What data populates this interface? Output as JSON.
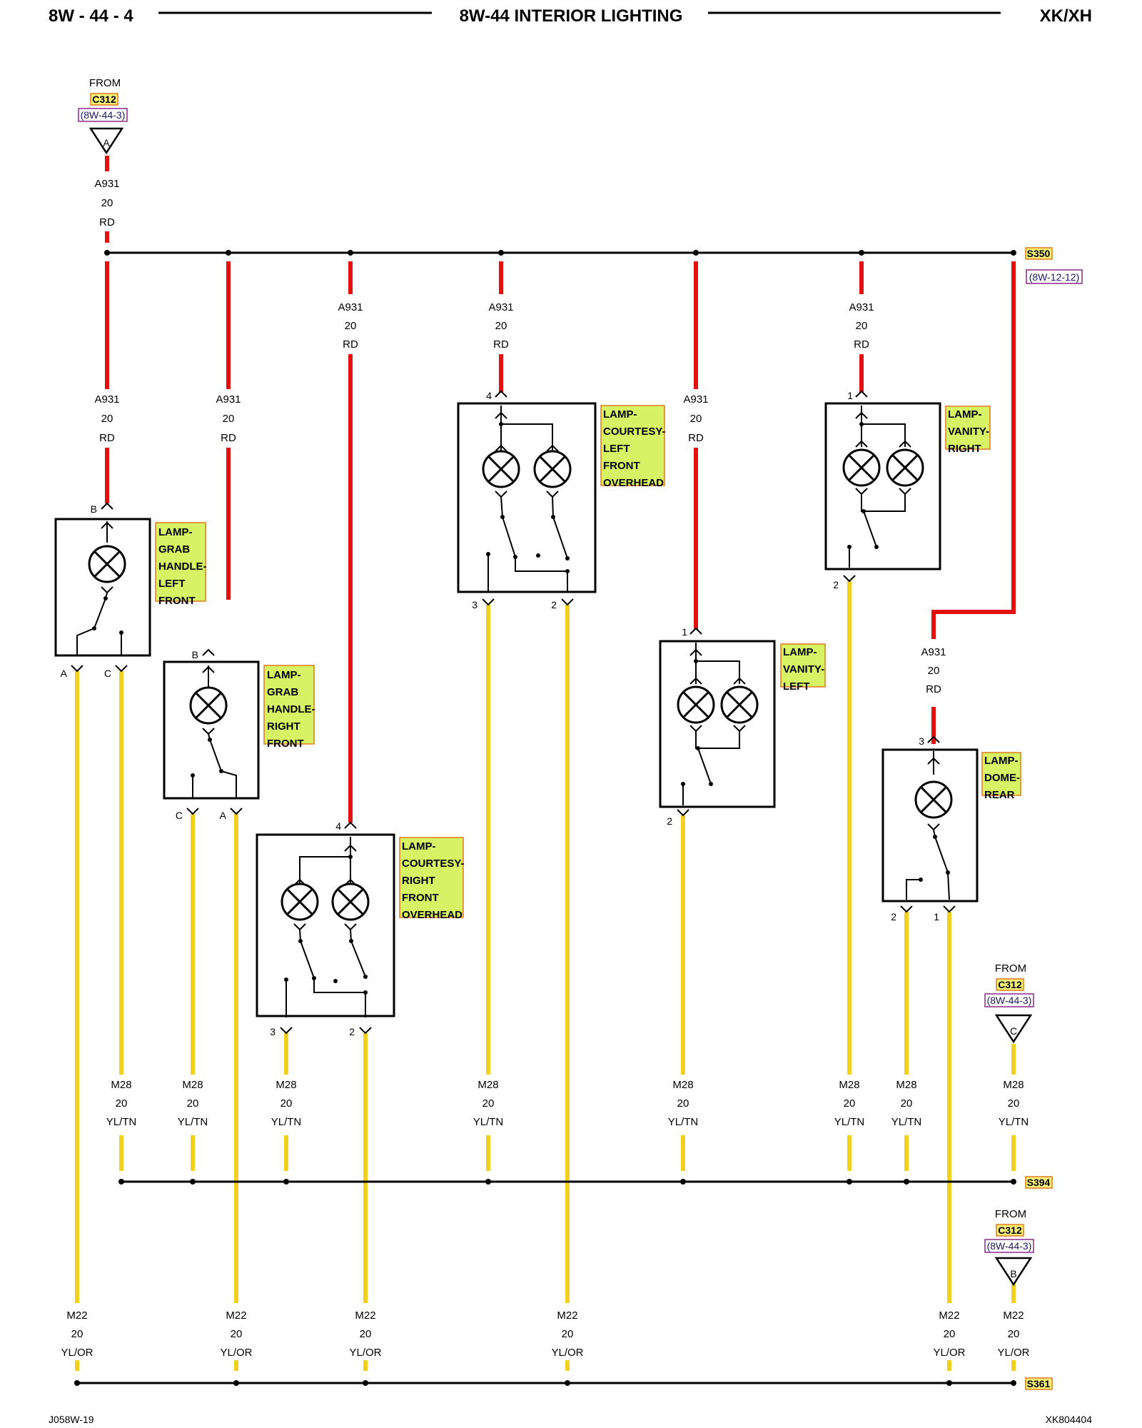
{
  "header": {
    "left": "8W - 44 - 4",
    "title": "8W-44 INTERIOR LIGHTING",
    "right": "XK/XH"
  },
  "footer": {
    "left": "J058W-19",
    "right": "XK804404"
  },
  "colors": {
    "red_wire": "#e31010",
    "yellow_wire": "#f0d21e",
    "label_fill": "#d8f266",
    "label_border": "#e07a1a",
    "connector_fill": "#f5f07a",
    "ref_border": "#8a2c8a"
  },
  "feeds": [
    {
      "from": "FROM",
      "connector": "C312",
      "ref": "(8W-44-3)",
      "letter": "A"
    },
    {
      "from": "FROM",
      "connector": "C312",
      "ref": "(8W-44-3)",
      "letter": "C"
    },
    {
      "from": "FROM",
      "connector": "C312",
      "ref": "(8W-44-3)",
      "letter": "B"
    }
  ],
  "splices": [
    {
      "name": "S350",
      "ref": "(8W-12-12)"
    },
    {
      "name": "S394"
    },
    {
      "name": "S361"
    }
  ],
  "wire_a931": {
    "circuit": "A931",
    "gauge": "20",
    "color": "RD"
  },
  "wire_m28": {
    "circuit": "M28",
    "gauge": "20",
    "color": "YL/TN"
  },
  "wire_m22": {
    "circuit": "M22",
    "gauge": "20",
    "color": "YL/OR"
  },
  "components": [
    {
      "id": "grab-left",
      "lines": [
        "LAMP-",
        "GRAB",
        "HANDLE-",
        "LEFT",
        "FRONT"
      ],
      "pins": [
        "B",
        "A",
        "C"
      ]
    },
    {
      "id": "grab-right",
      "lines": [
        "LAMP-",
        "GRAB",
        "HANDLE-",
        "RIGHT",
        "FRONT"
      ],
      "pins": [
        "B",
        "C",
        "A"
      ]
    },
    {
      "id": "courtesy-right",
      "lines": [
        "LAMP-",
        "COURTESY-",
        "RIGHT",
        "FRONT",
        "OVERHEAD"
      ],
      "pins": [
        "4",
        "3",
        "2"
      ]
    },
    {
      "id": "courtesy-left",
      "lines": [
        "LAMP-",
        "COURTESY-",
        "LEFT",
        "FRONT",
        "OVERHEAD"
      ],
      "pins": [
        "4",
        "3",
        "2"
      ]
    },
    {
      "id": "vanity-left",
      "lines": [
        "LAMP-",
        "VANITY-",
        "LEFT"
      ],
      "pins": [
        "1",
        "2"
      ]
    },
    {
      "id": "vanity-right",
      "lines": [
        "LAMP-",
        "VANITY-",
        "RIGHT"
      ],
      "pins": [
        "1",
        "2"
      ]
    },
    {
      "id": "dome-rear",
      "lines": [
        "LAMP-",
        "DOME-",
        "REAR"
      ],
      "pins": [
        "3",
        "2",
        "1"
      ]
    }
  ]
}
